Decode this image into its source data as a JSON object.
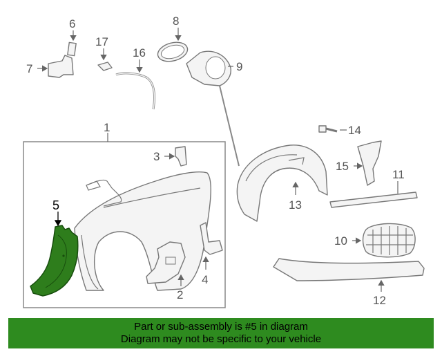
{
  "labels": {
    "p1": "1",
    "p2": "2",
    "p3": "3",
    "p4": "4",
    "p5": "5",
    "p6": "6",
    "p7": "7",
    "p8": "8",
    "p9": "9",
    "p10": "10",
    "p11": "11",
    "p12": "12",
    "p13": "13",
    "p14": "14",
    "p15": "15",
    "p16": "16",
    "p17": "17"
  },
  "banner": {
    "line1": "Part or sub-assembly is #5 in diagram",
    "line2": "Diagram may not be specific to your vehicle"
  },
  "colors": {
    "highlight": "#2e8b1f",
    "banner": "#2e8b1f",
    "line": "#777777"
  }
}
